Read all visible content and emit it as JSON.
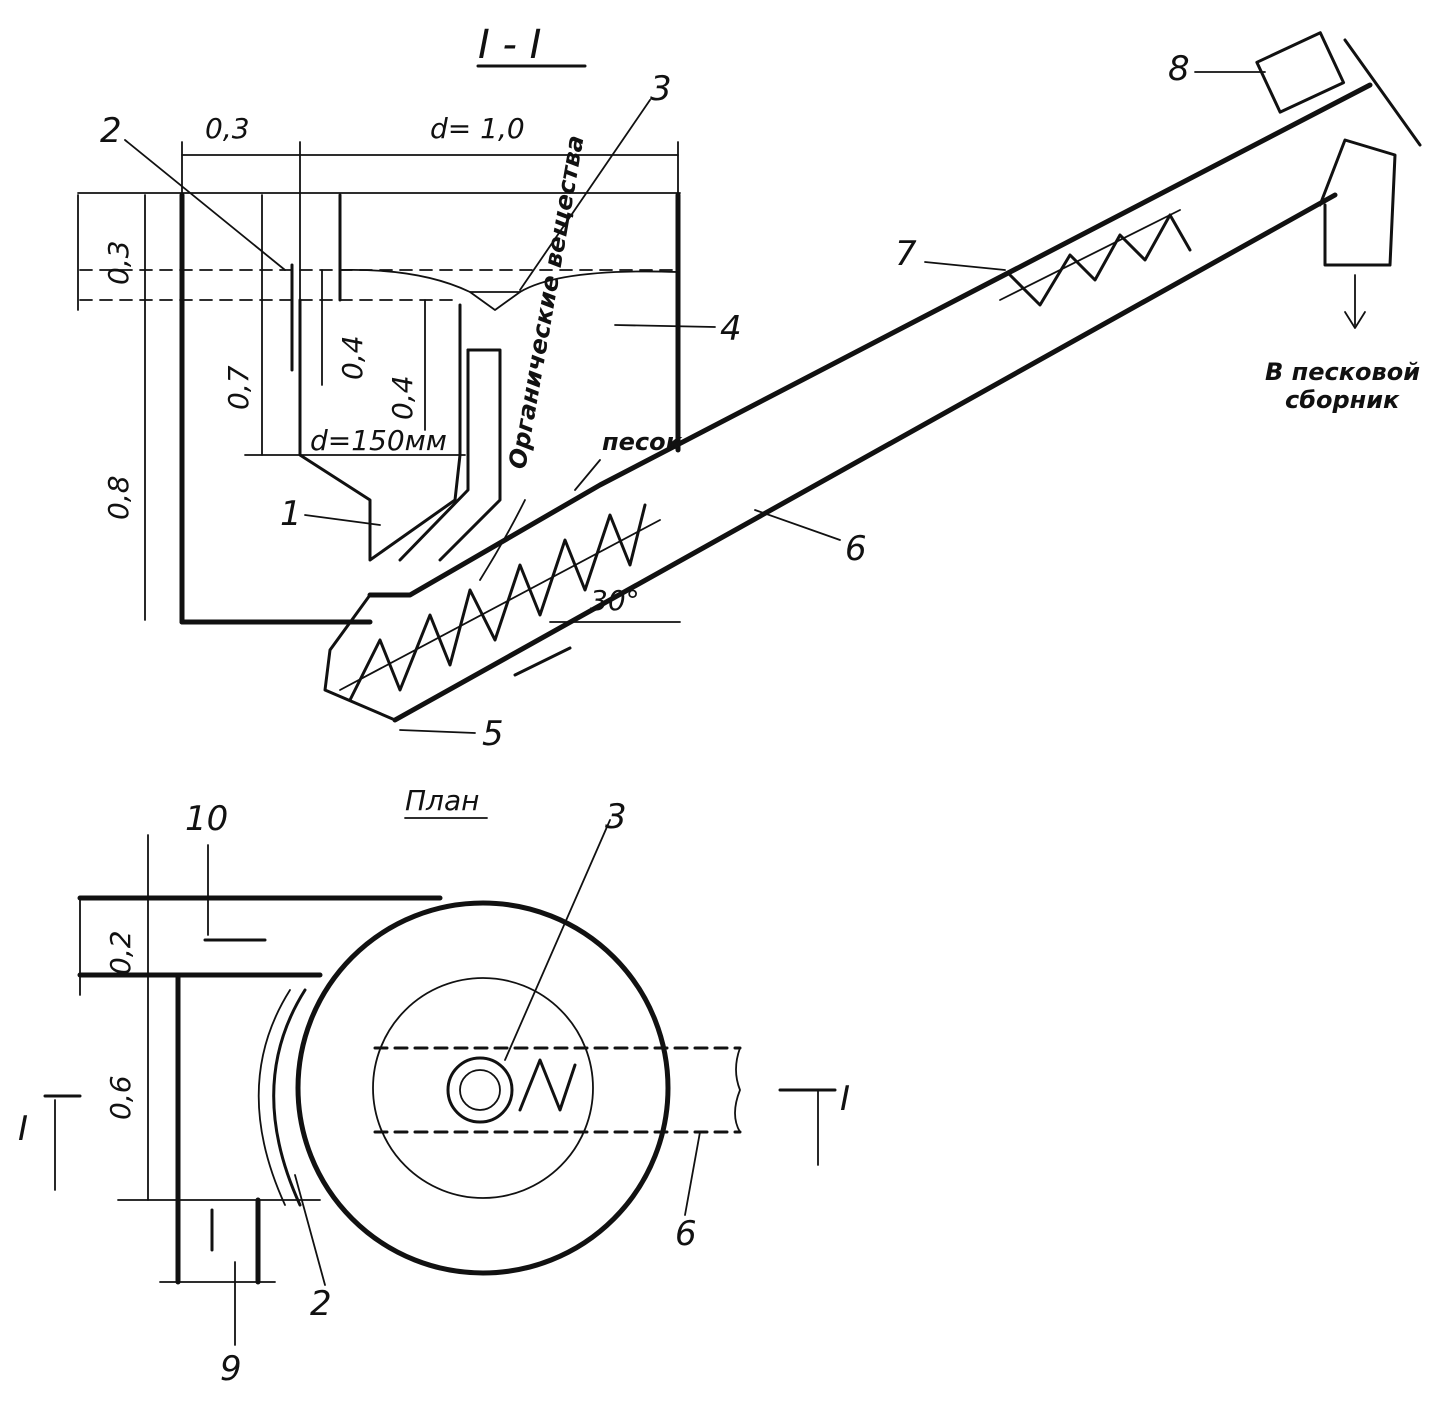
{
  "section": {
    "title": "I - I",
    "dims": {
      "d_main": "d= 1,0",
      "w_left": "0,3",
      "h_top": "0,3",
      "h_total": "0,8",
      "h_inner": "0,7",
      "h_a": "0,4",
      "h_b": "0,4",
      "pipe_d": "d=150мм",
      "angle": "30°"
    },
    "notes": {
      "organic": "Органические вещества",
      "sand": "песок",
      "to_collector_1": "В песковой",
      "to_collector_2": "сборник"
    },
    "labels": [
      "1",
      "2",
      "3",
      "4",
      "5",
      "6",
      "7",
      "8"
    ]
  },
  "plan": {
    "title": "План",
    "dims": {
      "w_inlet": "0,2",
      "w_body": "0,6"
    },
    "section_marks": [
      "I",
      "I"
    ],
    "labels": [
      "10",
      "3",
      "2",
      "6",
      "9"
    ]
  }
}
